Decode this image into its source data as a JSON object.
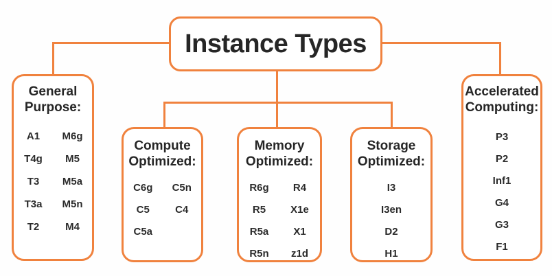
{
  "palette": {
    "accent_orange": "#F0823E",
    "text_dark": "#2B2B2B",
    "background": "#FFFFFF"
  },
  "diagram": {
    "title": "Instance Types",
    "categories": [
      {
        "name": "General Purpose:",
        "items": [
          "A1",
          "M6g",
          "T4g",
          "M5",
          "T3",
          "M5a",
          "T3a",
          "M5n",
          "T2",
          "M4"
        ]
      },
      {
        "name": "Compute Optimized:",
        "items": [
          "C6g",
          "C5n",
          "C5",
          "C4",
          "C5a"
        ]
      },
      {
        "name": "Memory Optimized:",
        "items": [
          "R6g",
          "R4",
          "R5",
          "X1e",
          "R5a",
          "X1",
          "R5n",
          "z1d"
        ]
      },
      {
        "name": "Storage Optimized:",
        "items": [
          "I3",
          "I3en",
          "D2",
          "H1"
        ]
      },
      {
        "name": "Accelerated Computing:",
        "items": [
          "P3",
          "P2",
          "Inf1",
          "G4",
          "G3",
          "F1"
        ]
      }
    ]
  }
}
